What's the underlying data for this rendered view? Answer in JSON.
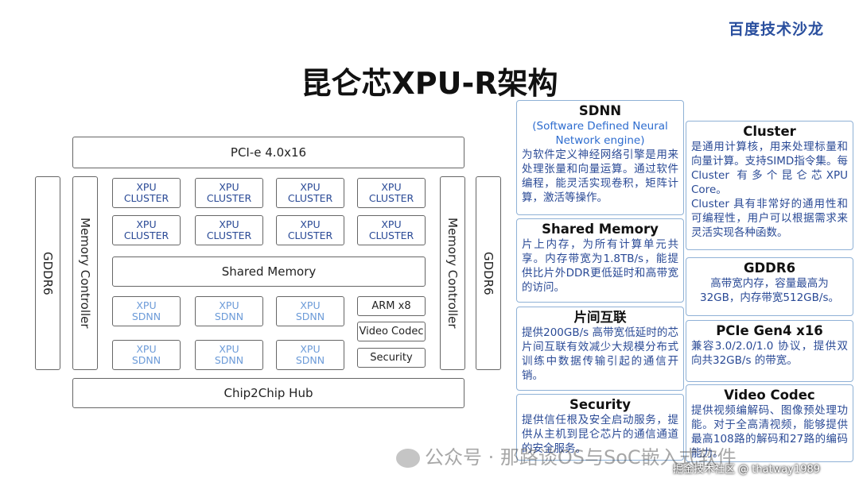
{
  "brand": "百度技术沙龙",
  "title": "昆仑芯XPU-R架构",
  "diagram": {
    "pcie": "PCI-e 4.0x16",
    "gddr_left": "GDDR6",
    "gddr_right": "GDDR6",
    "mc_left": "Memory Controller",
    "mc_right": "Memory Controller",
    "cluster_label": [
      "XPU",
      "CLUSTER"
    ],
    "sdnn_label": [
      "XPU",
      "SDNN"
    ],
    "shared_memory": "Shared Memory",
    "arm": "ARM x8",
    "video_codec": "Video Codec",
    "security": "Security",
    "hub": "Chip2Chip Hub"
  },
  "cards": {
    "sdnn": {
      "title": "SDNN",
      "sub": "(Software Defined Neural Network engine)",
      "body": "为软件定义神经网络引擎是用来处理张量和向量运算。通过软件编程，能灵活实现卷积，矩阵计算，激活等操作。"
    },
    "cluster": {
      "title": "Cluster",
      "body1": "是通用计算核，用来处理标量和向量计算。支持SIMD指令集。每Cluster 有多个昆仑芯XPU Core。",
      "body2": "Cluster 具有非常好的通用性和可编程性，用户可以根据需求来灵活实现各种函数。"
    },
    "shared": {
      "title": "Shared Memory",
      "body": "片上内存，为所有计算单元共享。内存带宽为1.8TB/s，能提供比片外DDR更低延时和高带宽的访问。"
    },
    "gddr": {
      "title": "GDDR6",
      "body": "高带宽内存，容量最高为32GB，内存带宽512GB/s。"
    },
    "interconnect": {
      "title": "片间互联",
      "body": "提供200GB/s 高带宽低延时的芯片间互联有效减少大规模分布式训练中数据传输引起的通信开销。"
    },
    "pcie": {
      "title": "PCIe Gen4 x16",
      "body": "兼容3.0/2.0/1.0 协议，提供双向共32GB/s 的带宽。"
    },
    "security": {
      "title": "Security",
      "body": "提供信任根及安全启动服务，提供从主机到昆仑芯片的通信通道的安全服务。"
    },
    "video": {
      "title": "Video Codec",
      "body": "提供视频编解码、图像预处理功能。对于全高清视频，能够提供最高108路的解码和27路的编码能力。"
    }
  },
  "watermark": "公众号 · 那路谈OS与SoC嵌入式软件",
  "credit": "掘金技术社区 @ thatway1989"
}
